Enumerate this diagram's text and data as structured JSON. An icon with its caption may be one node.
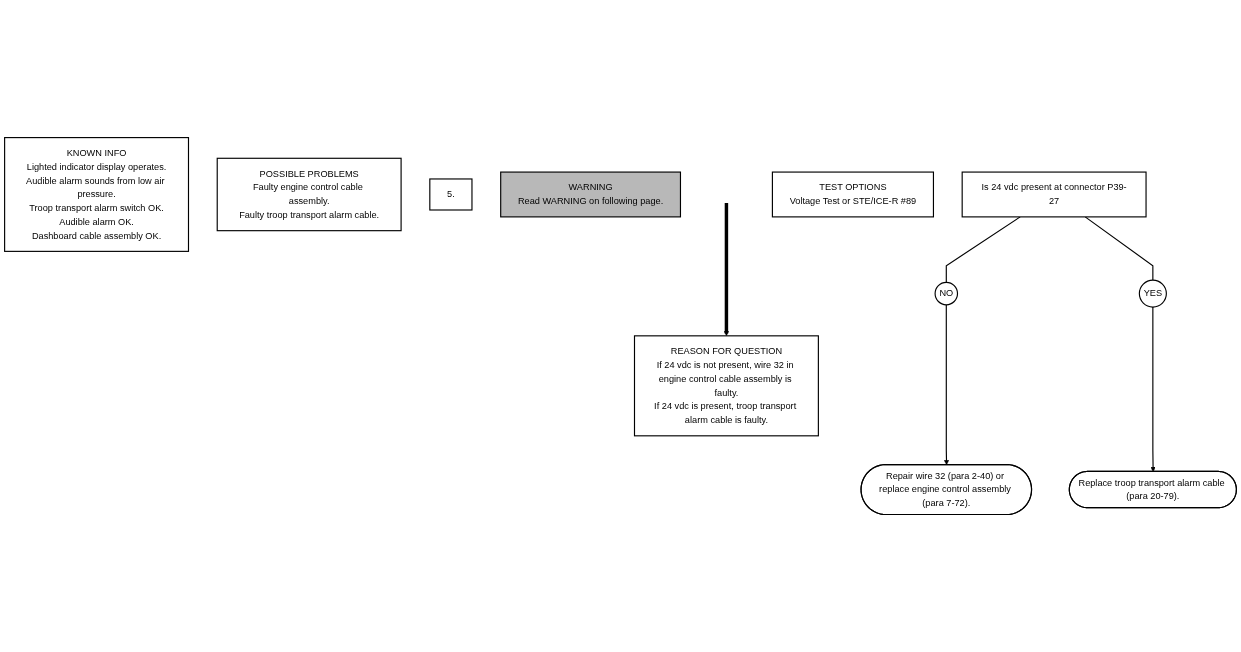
{
  "diagram": {
    "nodes": [
      {
        "text": [
          "KNOWN INFO",
          "Lighted indicator display operates.",
          "Audible alarm sounds from low air pressure.",
          "Troop transport alarm switch OK.",
          "Audible alarm OK.",
          "Dashboard cable assembly OK."
        ]
      },
      {
        "text": [
          "POSSIBLE PROBLEMS",
          "Faulty engine control cable assembly.",
          "Faulty troop transport alarm cable."
        ]
      },
      {
        "text": [
          "5."
        ]
      },
      {
        "text": [
          "WARNING",
          "Read WARNING on following page."
        ]
      },
      {
        "text": [
          "Is 24 vdc present at connector P39-27"
        ]
      },
      {
        "text": [
          "TEST OPTIONS",
          "Voltage Test or STE/ICE-R #89"
        ]
      },
      {
        "text": [
          "REASON FOR QUESTION",
          "If 24 vdc is not present, wire 32 in engine control cable assembly is faulty.",
          "If 24 vdc is present, troop transport alarm cable is faulty."
        ]
      },
      {
        "text": [
          "NO"
        ]
      },
      {
        "text": [
          "YES"
        ]
      },
      {
        "text": [
          "Repair wire 32 (para 2-40) or replace engine control assembly (para 7-72)."
        ]
      },
      {
        "text": [
          "Replace troop transport alarm cable (para 20-79)."
        ]
      }
    ],
    "edges": [
      {
        "from": null,
        "to": 6,
        "arrow": "to",
        "style": "thick"
      },
      {
        "from": 4,
        "to": 7,
        "arrow": "none"
      },
      {
        "from": 7,
        "to": 9,
        "arrow": "to"
      },
      {
        "from": 4,
        "to": 8,
        "arrow": "none"
      },
      {
        "from": 8,
        "to": 10,
        "arrow": "to"
      }
    ]
  }
}
